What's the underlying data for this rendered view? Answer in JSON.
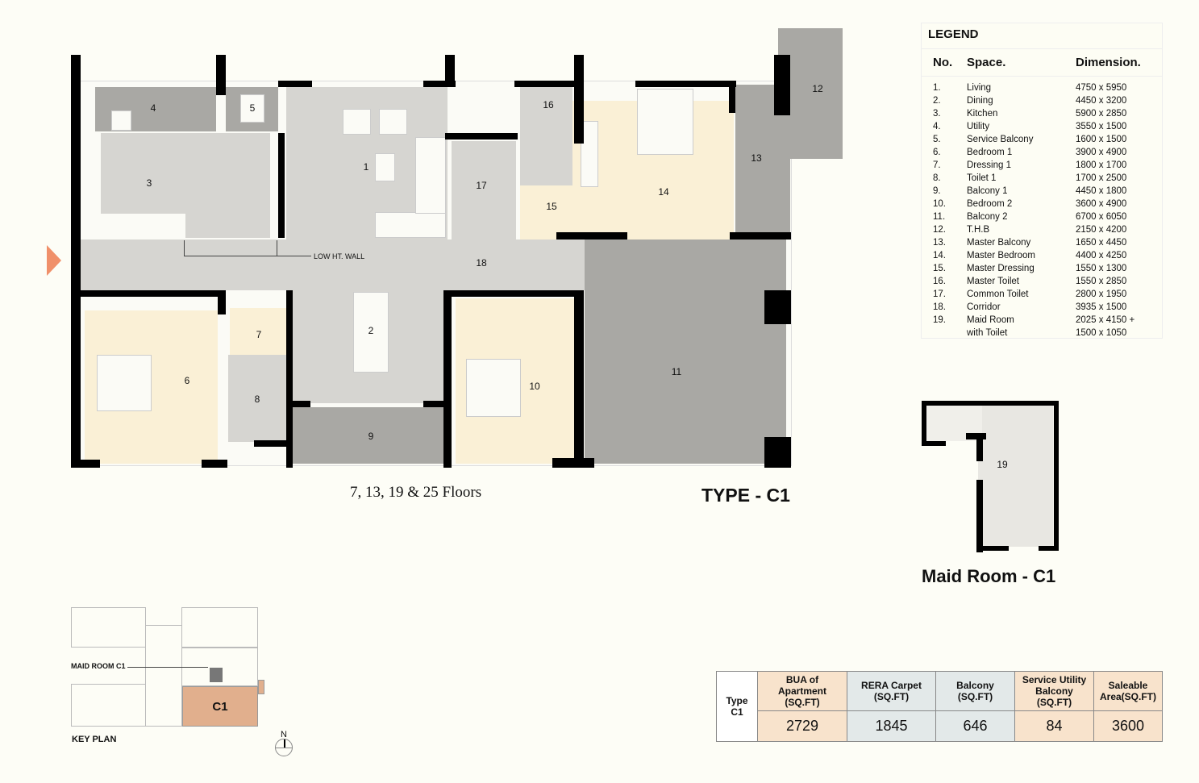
{
  "plan": {
    "floors": "7, 13, 19 & 25 Floors",
    "type_title": "TYPE - C1",
    "low_wall": "LOW HT. WALL",
    "rooms": {
      "r1": "1",
      "r2": "2",
      "r3": "3",
      "r4": "4",
      "r5": "5",
      "r6": "6",
      "r7": "7",
      "r8": "8",
      "r9": "9",
      "r10": "10",
      "r11": "11",
      "r12": "12",
      "r13": "13",
      "r14": "14",
      "r15": "15",
      "r16": "16",
      "r17": "17",
      "r18": "18"
    },
    "entry_color": "#f0906a"
  },
  "maid": {
    "room": "19",
    "title": "Maid Room - C1"
  },
  "legend": {
    "title": "LEGEND",
    "headers": [
      "No.",
      "Space.",
      "Dimension."
    ],
    "rows": [
      [
        "1.",
        "Living",
        "4750 x 5950"
      ],
      [
        "2.",
        "Dining",
        "4450 x 3200"
      ],
      [
        "3.",
        "Kitchen",
        "5900 x 2850"
      ],
      [
        "4.",
        "Utility",
        "3550 x 1500"
      ],
      [
        "5.",
        "Service Balcony",
        "1600 x 1500"
      ],
      [
        "6.",
        "Bedroom 1",
        "3900 x 4900"
      ],
      [
        "7.",
        "Dressing 1",
        "1800 x 1700"
      ],
      [
        "8.",
        "Toilet 1",
        "1700 x 2500"
      ],
      [
        "9.",
        "Balcony 1",
        "4450 x 1800"
      ],
      [
        "10.",
        "Bedroom 2",
        "3600 x 4900"
      ],
      [
        "11.",
        "Balcony 2",
        "6700 x 6050"
      ],
      [
        "12.",
        "T.H.B",
        "2150 x 4200"
      ],
      [
        "13.",
        "Master Balcony",
        "1650 x 4450"
      ],
      [
        "14.",
        "Master Bedroom",
        "4400 x 4250"
      ],
      [
        "15.",
        "Master Dressing",
        "1550 x 1300"
      ],
      [
        "16.",
        "Master Toilet",
        "1550 x 2850"
      ],
      [
        "17.",
        "Common Toilet",
        "2800 x 1950"
      ],
      [
        "18.",
        "Corridor",
        "3935 x 1500"
      ],
      [
        "19.",
        "Maid Room",
        "2025 x 4150 +"
      ],
      [
        "",
        "with Toilet",
        "1500 x 1050"
      ]
    ]
  },
  "area_table": {
    "type_label": "Type\nC1",
    "columns": [
      {
        "header": "BUA of\nApartment\n(SQ.FT)",
        "value": "2729"
      },
      {
        "header": "RERA Carpet\n(SQ.FT)",
        "value": "1845"
      },
      {
        "header": "Balcony\n(SQ.FT)",
        "value": "646"
      },
      {
        "header": "Service Utility\nBalcony\n(SQ.FT)",
        "value": "84"
      },
      {
        "header": "Saleable\nArea(SQ.FT)",
        "value": "3600"
      }
    ]
  },
  "key_plan": {
    "title": "KEY PLAN",
    "maid_label": "MAID ROOM C1",
    "unit": "C1",
    "north": "N"
  }
}
